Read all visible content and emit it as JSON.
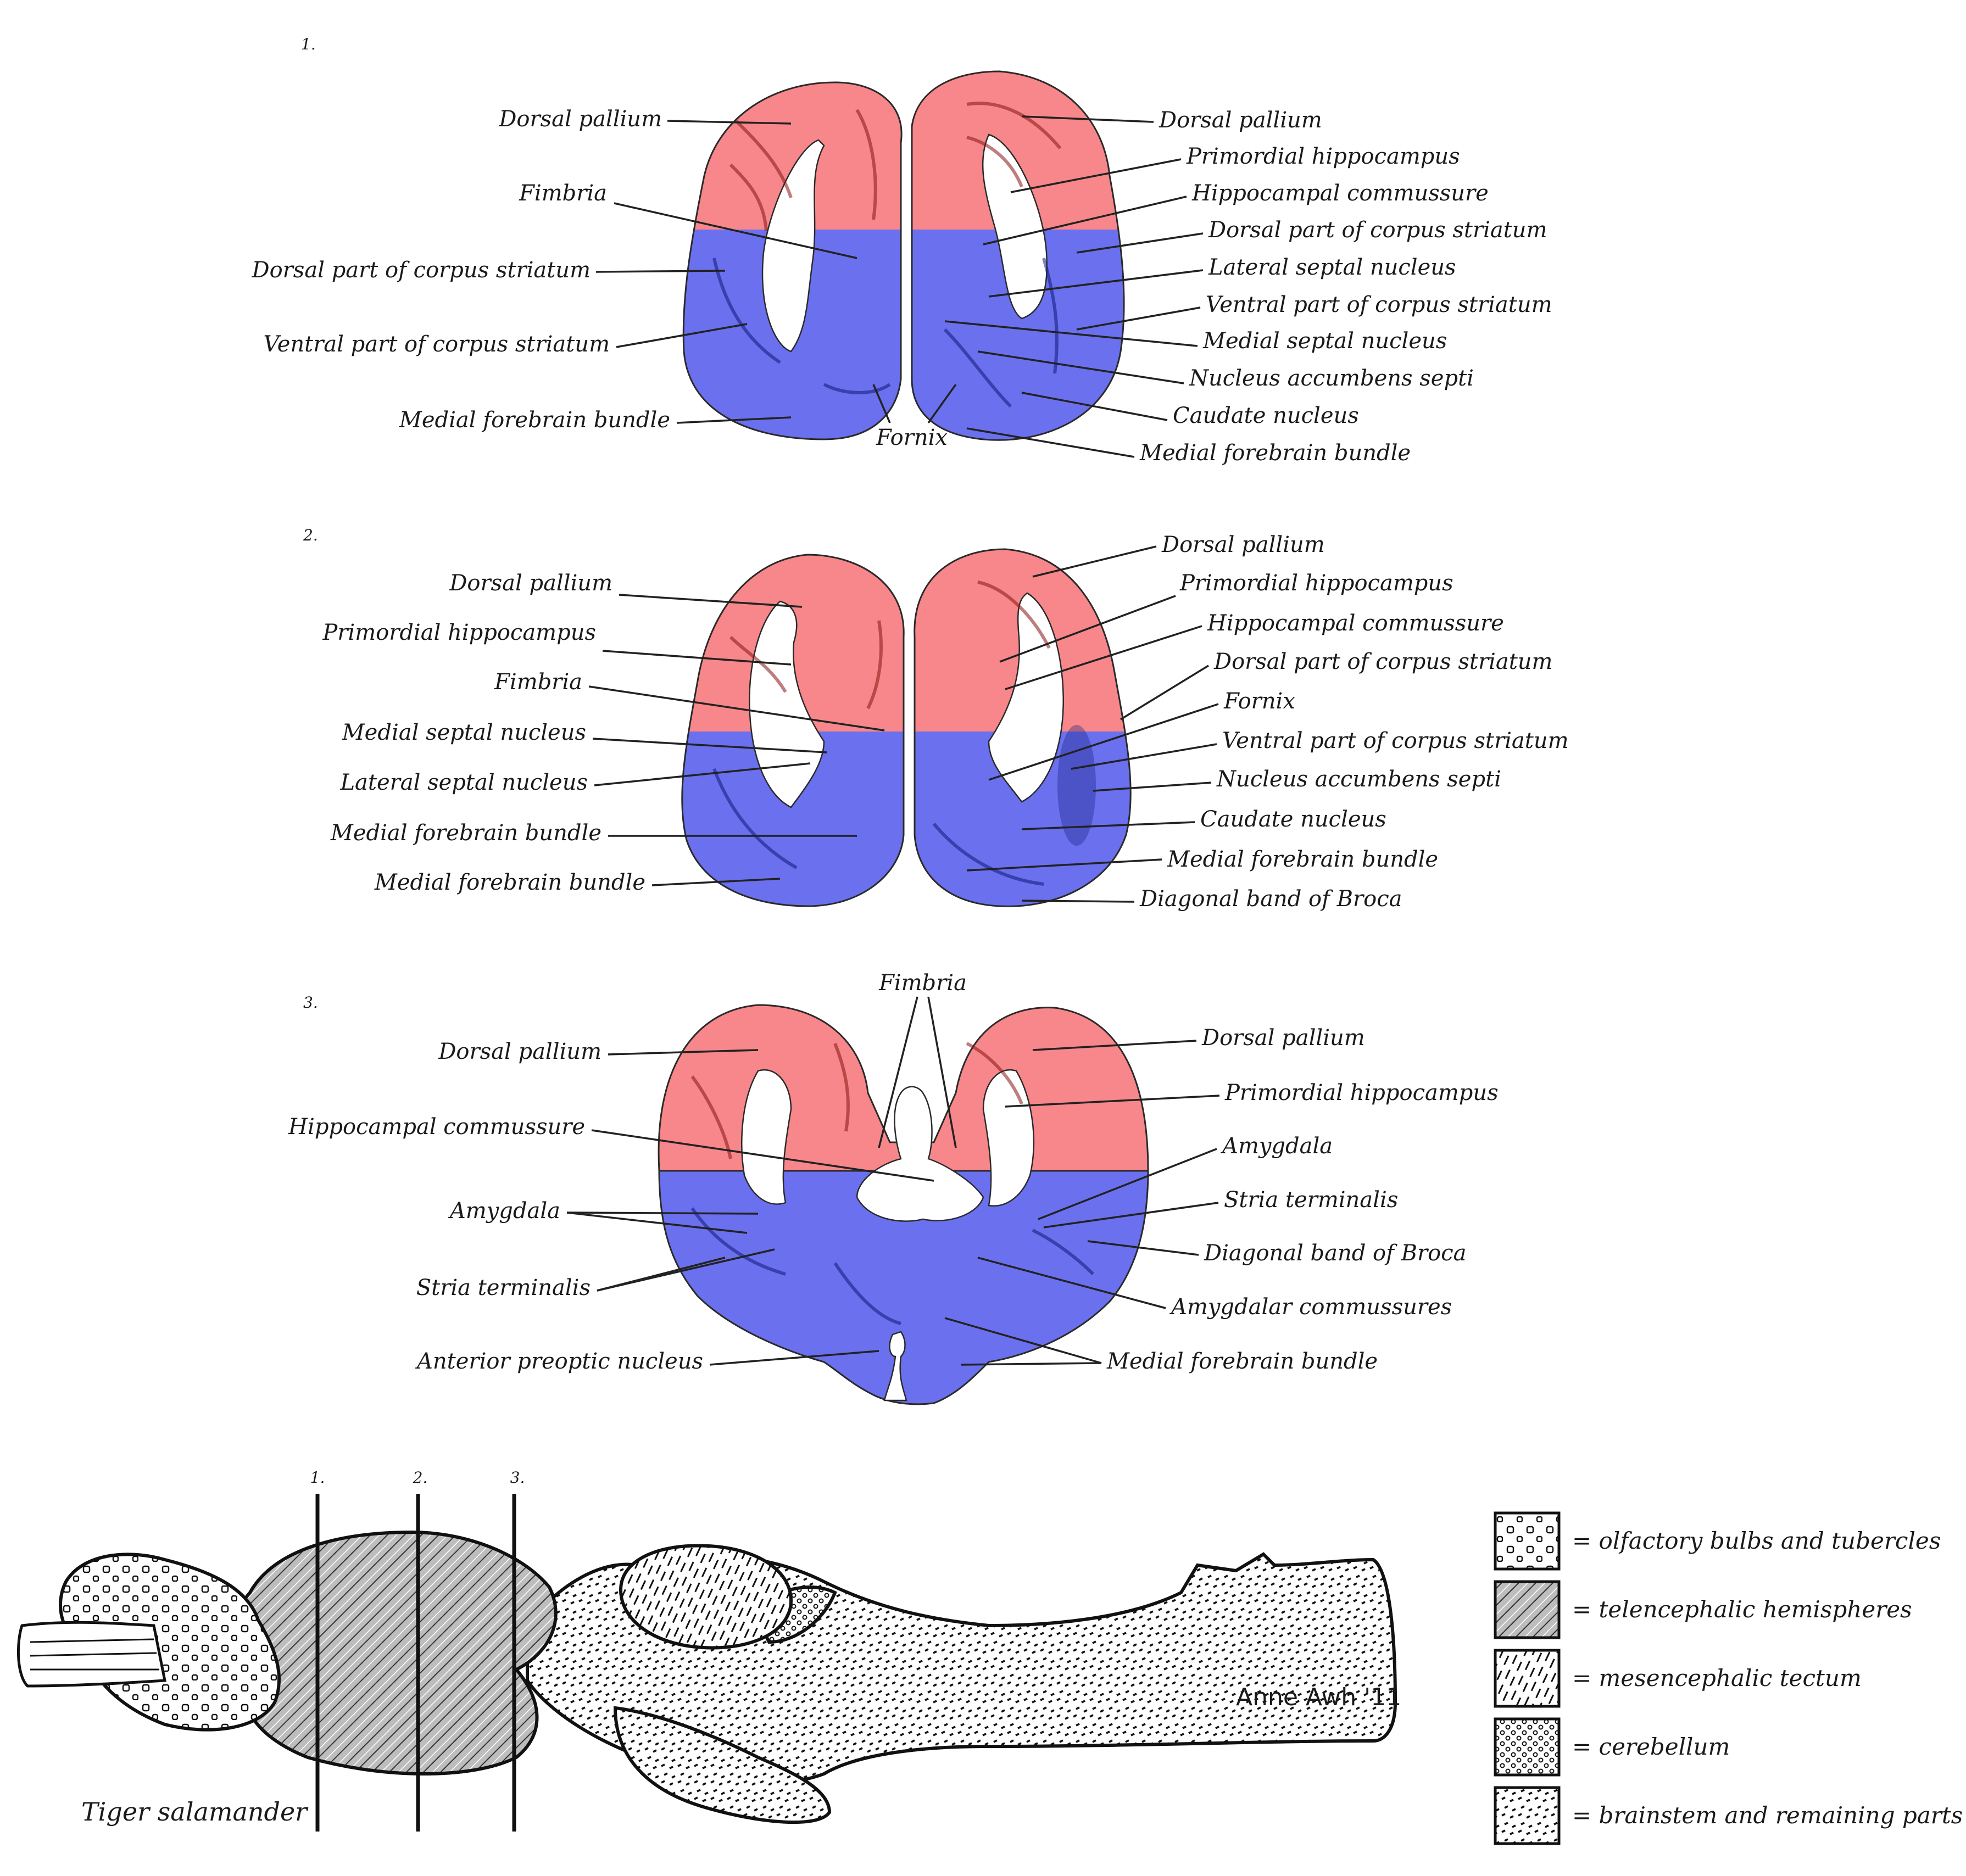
{
  "colors": {
    "pallium": "#f7878a",
    "striatum": "#6a70ee",
    "outline": "#2a2a2a",
    "dark_red": "#8a1414",
    "dark_blue": "#101a7a"
  },
  "sections": [
    {
      "number": "1.",
      "left": [
        "Dorsal pallium",
        "Fimbria",
        "Dorsal part of corpus striatum",
        "Ventral part of corpus striatum",
        "Medial forebrain bundle"
      ],
      "bottom": "Fornix",
      "right": [
        "Dorsal pallium",
        "Primordial hippocampus",
        "Hippocampal commussure",
        "Dorsal part of corpus striatum",
        "Lateral septal nucleus",
        "Ventral part of corpus striatum",
        "Medial septal nucleus",
        "Nucleus accumbens septi",
        "Caudate nucleus",
        "Medial forebrain bundle"
      ]
    },
    {
      "number": "2.",
      "left": [
        "Dorsal pallium",
        "Primordial hippocampus",
        "Fimbria",
        "Medial septal nucleus",
        "Lateral septal nucleus",
        "Medial forebrain bundle",
        "Medial forebrain bundle"
      ],
      "right": [
        "Dorsal pallium",
        "Primordial hippocampus",
        "Hippocampal commussure",
        "Dorsal part of corpus striatum",
        "Fornix",
        "Ventral part of corpus striatum",
        "Nucleus accumbens septi",
        "Caudate nucleus",
        "Medial forebrain bundle",
        "Diagonal band of Broca"
      ]
    },
    {
      "number": "3.",
      "top": "Fimbria",
      "left": [
        "Dorsal pallium",
        "Hippocampal commussure",
        "Amygdala",
        "Stria terminalis",
        "Anterior preoptic nucleus"
      ],
      "right": [
        "Dorsal pallium",
        "Primordial hippocampus",
        "Amygdala",
        "Stria terminalis",
        "Diagonal band of Broca",
        "Amygdalar commussures",
        "Medial forebrain bundle"
      ]
    }
  ],
  "brain": {
    "cut_labels": [
      "1.",
      "2.",
      "3."
    ],
    "species": "Tiger salamander",
    "signature": "Anne Awh '11"
  },
  "legend": [
    {
      "pattern": "circles",
      "label": "= olfactory bulbs and tubercles"
    },
    {
      "pattern": "diagonal-dense",
      "label": "= telencephalic hemispheres"
    },
    {
      "pattern": "diagonal-sparse",
      "label": "= mesencephalic tectum"
    },
    {
      "pattern": "dense-circles",
      "label": "= cerebellum"
    },
    {
      "pattern": "dashes",
      "label": "= brainstem and remaining parts"
    }
  ]
}
